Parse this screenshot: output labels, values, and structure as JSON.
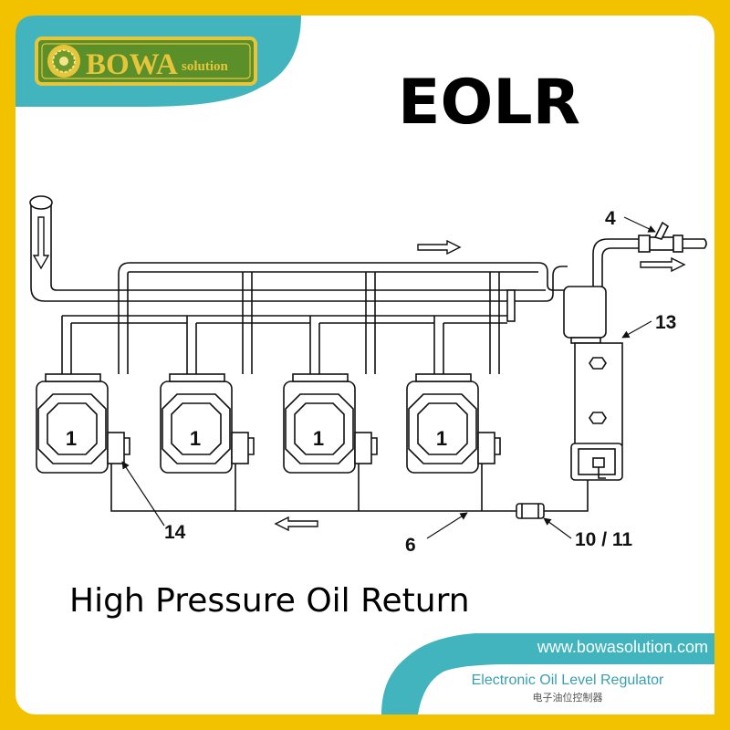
{
  "brand": {
    "name": "BOWA",
    "suffix": "solution",
    "logo_icon": "sun-circle-icon",
    "colors": {
      "frame": "#F2C200",
      "teal": "#41B4BE",
      "logo_green": "#4F8A24",
      "logo_gold": "#E7C53B"
    }
  },
  "title": "EOLR",
  "diagram": {
    "compressor_label": "1",
    "callouts": {
      "sight_glass": "4",
      "oil_separator": "13",
      "regulator": "14",
      "oil_line": "6",
      "filter_drier": "10 / 11"
    },
    "flow_arrows": [
      "arrow-right-icon",
      "arrow-right-icon",
      "arrow-left-icon",
      "arrow-down-icon"
    ]
  },
  "caption": "High Pressure Oil Return",
  "footer": {
    "website": "www.bowasolution.com",
    "product_en": "Electronic Oil Level Regulator",
    "product_cn": "电子油位控制器"
  }
}
